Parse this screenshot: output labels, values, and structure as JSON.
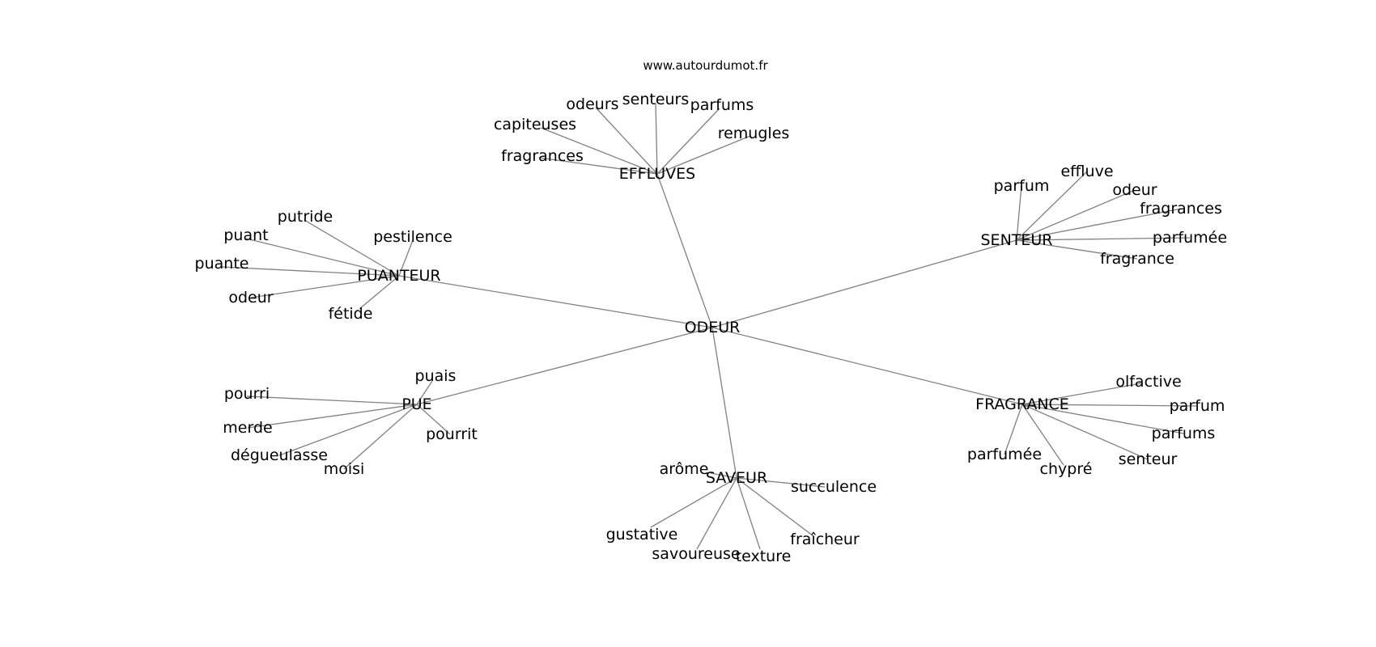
{
  "source_credit": "www.autourdumot.fr",
  "center": "ODEUR",
  "clusters": [
    {
      "hub": "EFFLUVES",
      "leaves": [
        "odeurs",
        "senteurs",
        "parfums",
        "capiteuses",
        "remugles",
        "fragrances"
      ]
    },
    {
      "hub": "SENTEUR",
      "leaves": [
        "parfum",
        "effluve",
        "odeur",
        "fragrances",
        "parfumée",
        "fragrance"
      ]
    },
    {
      "hub": "PUANTEUR",
      "leaves": [
        "putride",
        "puant",
        "pestilence",
        "puante",
        "odeur",
        "fétide"
      ]
    },
    {
      "hub": "PUE",
      "leaves": [
        "puais",
        "pourri",
        "merde",
        "pourrit",
        "dégueulasse",
        "moisi"
      ]
    },
    {
      "hub": "SAVEUR",
      "leaves": [
        "arôme",
        "succulence",
        "gustative",
        "fraîcheur",
        "savoureuse",
        "texture"
      ]
    },
    {
      "hub": "FRAGRANCE",
      "leaves": [
        "olfactive",
        "parfum",
        "parfums",
        "senteur",
        "parfumée",
        "chypré"
      ]
    }
  ]
}
